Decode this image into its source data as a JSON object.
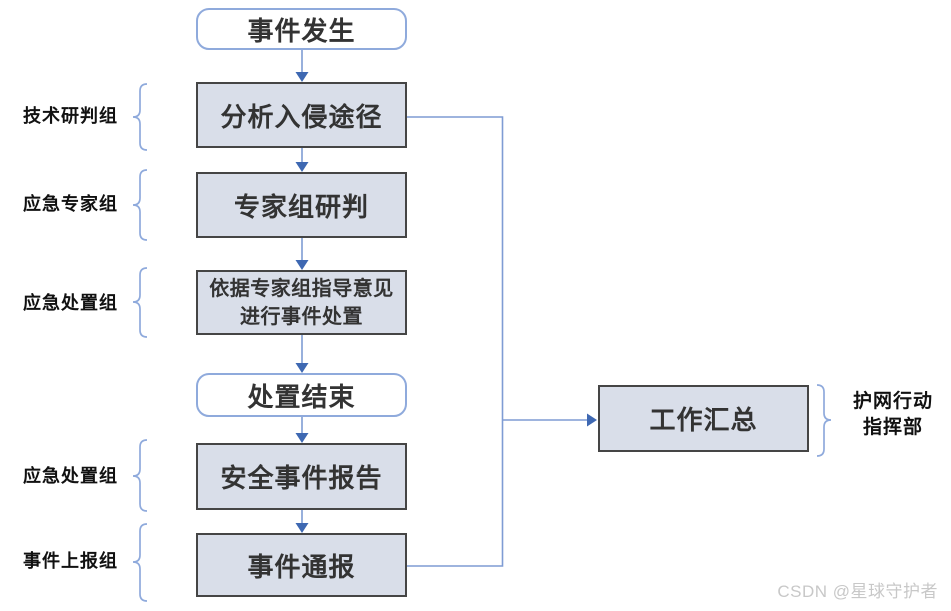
{
  "nodes": {
    "start": "事件发生",
    "analyze": "分析入侵途径",
    "expert": "专家组研判",
    "handle_line1": "依据专家组指导意见",
    "handle_line2": "进行事件处置",
    "end": "处置结束",
    "report": "安全事件报告",
    "notify": "事件通报",
    "summary": "工作汇总"
  },
  "side_labels": {
    "tech": "技术研判组",
    "expert_team": "应急专家组",
    "response_team_upper": "应急处置组",
    "response_team_lower": "应急处置组",
    "reporting_team": "事件上报组"
  },
  "hq_label": {
    "line1": "护网行动",
    "line2": "指挥部"
  },
  "watermark": "CSDN @星球守护者",
  "colors": {
    "process_fill": "#d9dee9",
    "process_border": "#454545",
    "terminal_fill": "#ffffff",
    "terminal_border": "#8faadc",
    "connector_line": "#7f9cd4",
    "arrowhead": "#3e68b2",
    "brace": "#8faadc",
    "node_text": "#333333",
    "label_text": "#111111",
    "watermark_text": "#c8c8c8"
  }
}
